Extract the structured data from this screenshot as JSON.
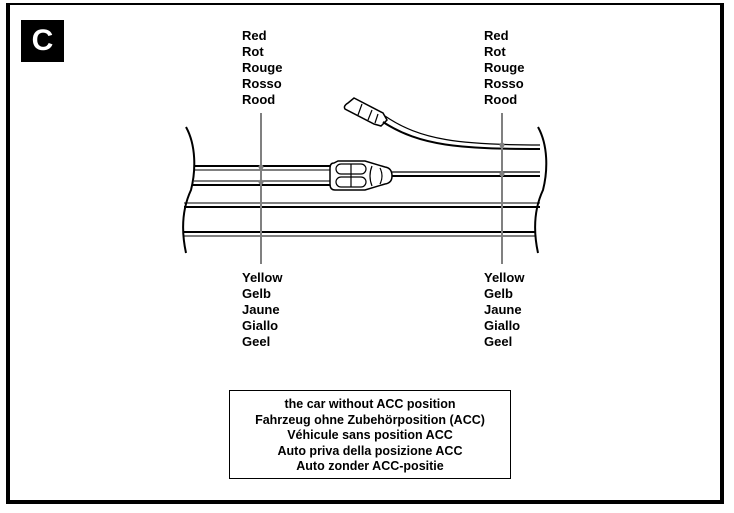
{
  "figure_badge": "C",
  "labels": {
    "top_left": [
      "Red",
      "Rot",
      "Rouge",
      "Rosso",
      "Rood"
    ],
    "top_right": [
      "Red",
      "Rot",
      "Rouge",
      "Rosso",
      "Rood"
    ],
    "bottom_left": [
      "Yellow",
      "Gelb",
      "Jaune",
      "Giallo",
      "Geel"
    ],
    "bottom_right": [
      "Yellow",
      "Gelb",
      "Jaune",
      "Giallo",
      "Geel"
    ]
  },
  "caption": [
    "the car without ACC position",
    "Fahrzeug ohne Zubehörposition (ACC)",
    "Véhicule sans position ACC",
    "Auto priva della posizione ACC",
    "Auto zonder ACC-positie"
  ],
  "colors": {
    "line": "#000000",
    "leader": "#808080",
    "background": "#ffffff"
  }
}
